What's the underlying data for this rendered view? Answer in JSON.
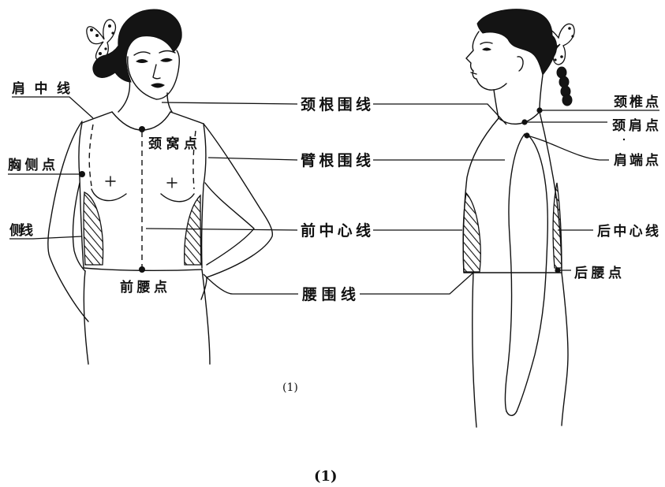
{
  "front_view_labels": {
    "shoulder_center_line": "肩中线",
    "chest_side_point": "胸侧点",
    "side_line": "侧线",
    "neck_hollow_point": "颈窝点",
    "front_waist_point": "前腰点"
  },
  "shared_labels": {
    "neck_base_line": "颈根围线",
    "arm_base_line": "臂根围线",
    "front_center_line": "前中心线",
    "waist_line": "腰围线"
  },
  "side_view_labels": {
    "cervical_point": "颈椎点",
    "side_neck_point": "颈肩点",
    "shoulder_point": "肩端点",
    "back_center_line": "后中心线",
    "back_waist_point": "后腰点"
  },
  "sub_caption": "(1)",
  "caption": "(1)",
  "colors": {
    "ink": "#111111",
    "background": "#ffffff"
  }
}
